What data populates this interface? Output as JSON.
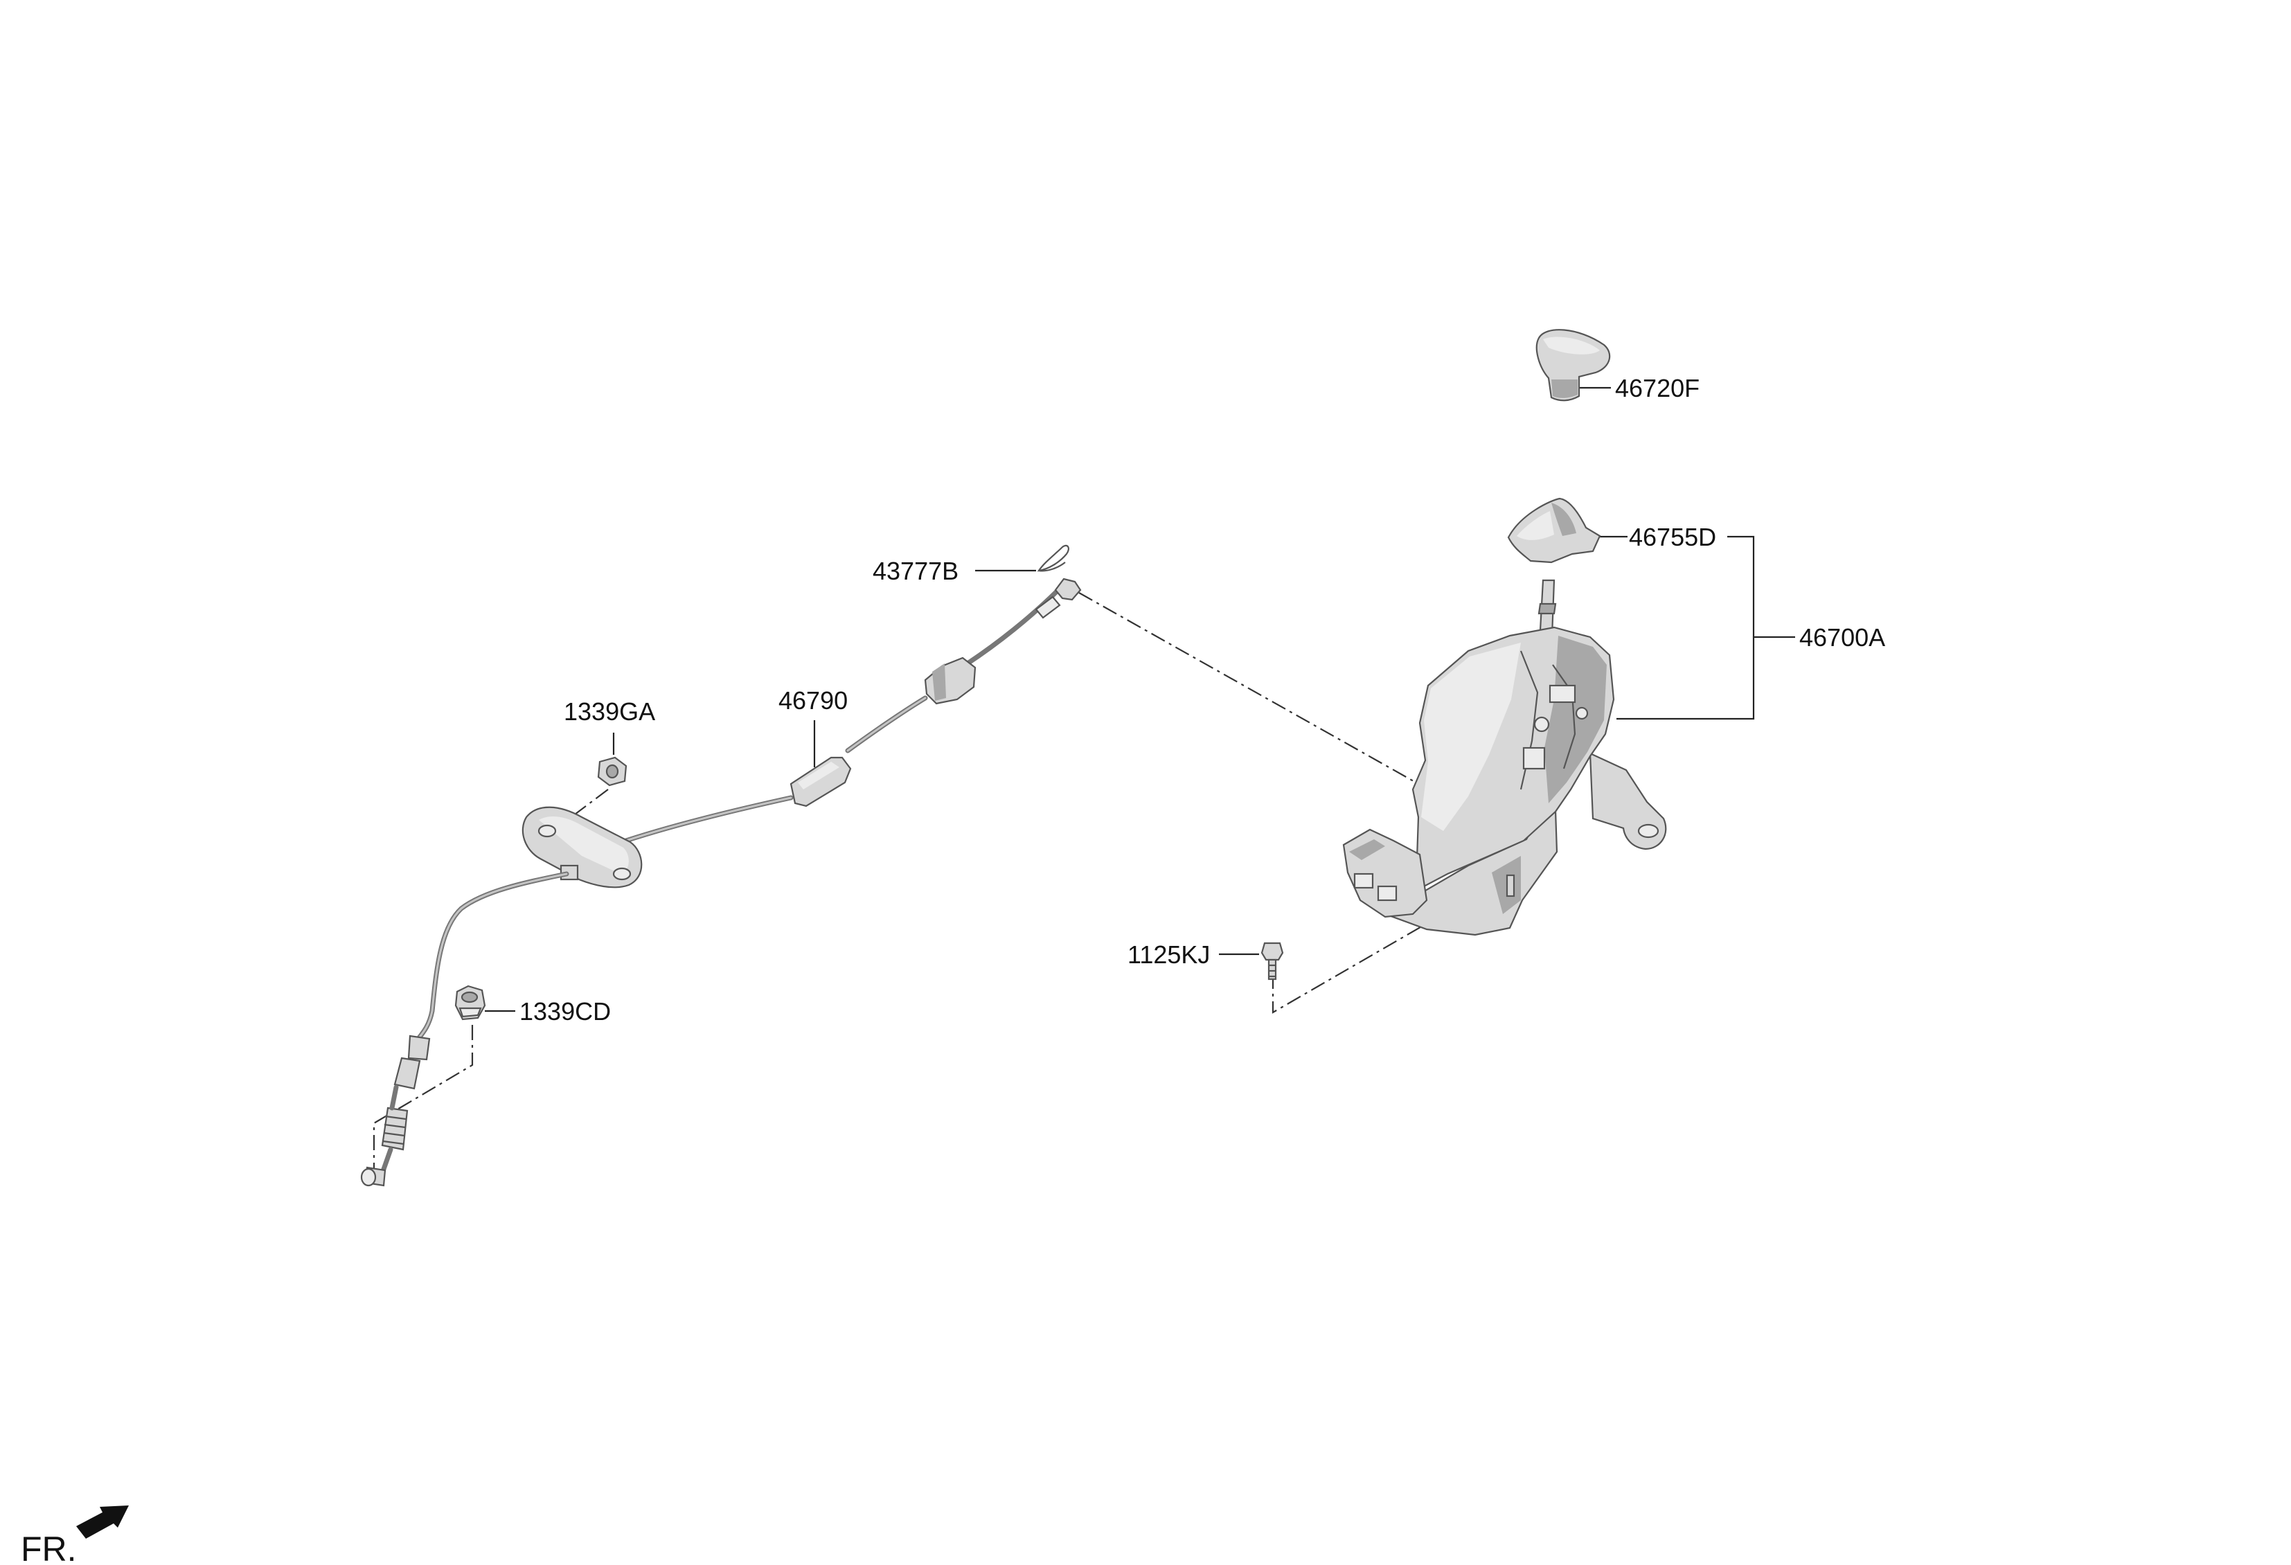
{
  "diagram": {
    "parts": [
      {
        "id": "knob",
        "label": "46720F"
      },
      {
        "id": "boot",
        "label": "46755D"
      },
      {
        "id": "shift-lever-assembly",
        "label": "46700A"
      },
      {
        "id": "cable-clip",
        "label": "43777B"
      },
      {
        "id": "shift-cable",
        "label": "46790"
      },
      {
        "id": "nut-ga",
        "label": "1339GA"
      },
      {
        "id": "nut-cd",
        "label": "1339CD"
      },
      {
        "id": "bolt",
        "label": "1125KJ"
      }
    ],
    "direction_marker": {
      "label": "FR."
    }
  }
}
